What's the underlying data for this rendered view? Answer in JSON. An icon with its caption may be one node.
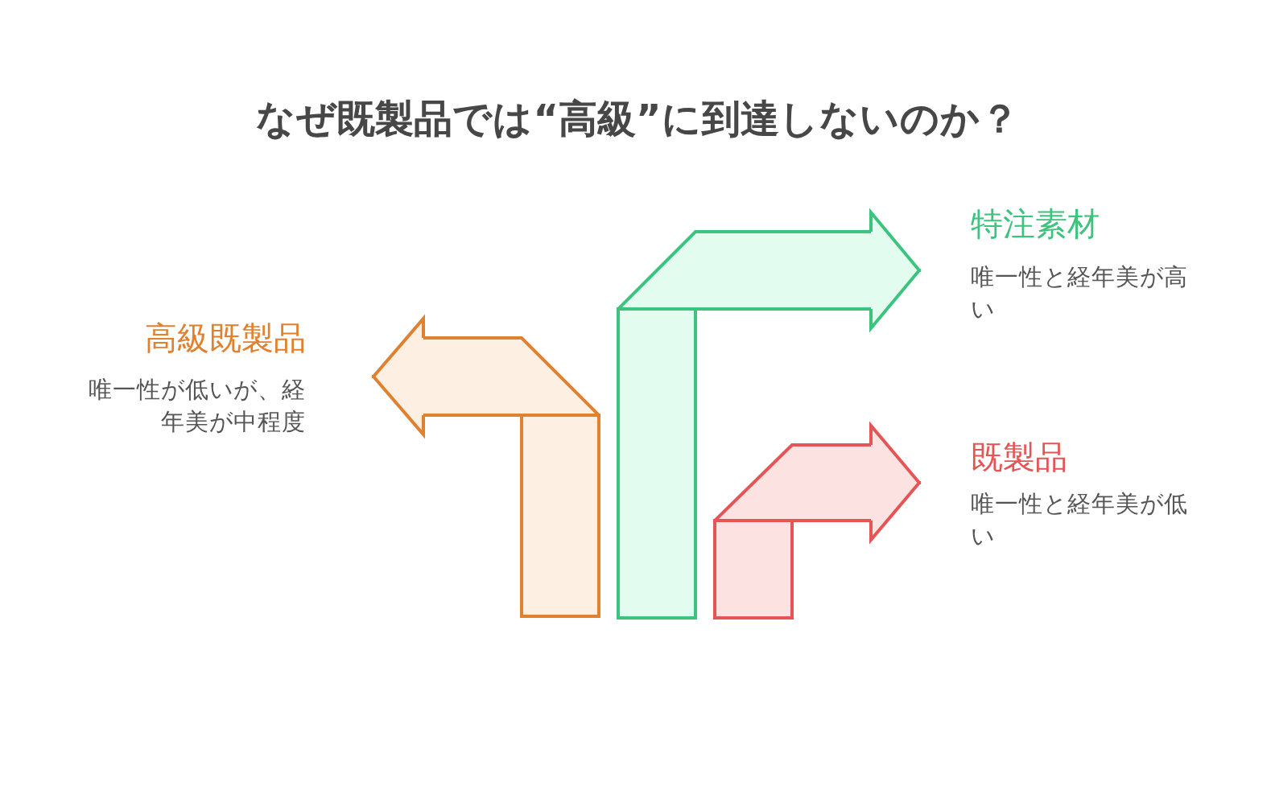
{
  "diagram": {
    "title": "なぜ既製品では“高級”に到達しないのか？",
    "nodes": [
      {
        "text": [
          "高級既製品",
          "唯一性が低いが、経年美が中程度"
        ]
      },
      {
        "text": [
          "特注素材",
          "唯一性と経年美が高い"
        ]
      },
      {
        "text": [
          "既製品",
          "唯一性と経年美が低い"
        ]
      }
    ],
    "edges": [
      {
        "from": null,
        "to": 0,
        "arrow": "to",
        "color": "#e0812f"
      },
      {
        "from": null,
        "to": 1,
        "arrow": "to",
        "color": "#3cc47f"
      },
      {
        "from": null,
        "to": 2,
        "arrow": "to",
        "color": "#e55555"
      }
    ]
  }
}
